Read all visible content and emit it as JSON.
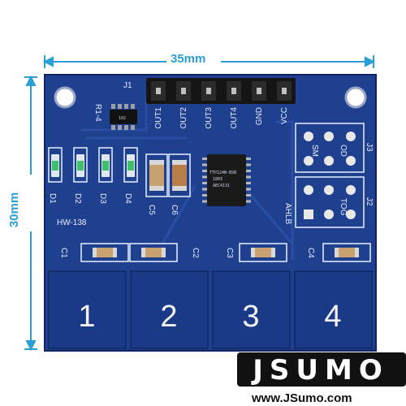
{
  "dimensions": {
    "width_label": "35mm",
    "height_label": "30mm"
  },
  "board": {
    "name": "HW-138",
    "header_ref": "J1",
    "header_pins": [
      "OUT1",
      "OUT2",
      "OUT3",
      "OUT4",
      "GND",
      "VCC"
    ],
    "resistor_array": {
      "ref": "R1-4",
      "code": "102"
    },
    "leds": [
      "D1",
      "D2",
      "D3",
      "D4"
    ],
    "caps_top": [
      "C5",
      "C6"
    ],
    "chip_text": [
      "TTP224N-BSB",
      "1803",
      "AEC4131"
    ],
    "jumpers": [
      {
        "ref": "J3",
        "labels": [
          "SM",
          "OD"
        ]
      },
      {
        "ref": "J2",
        "labels": [
          "AHLB",
          "TOG"
        ]
      }
    ],
    "pad_caps": [
      "C1",
      "C2",
      "C3",
      "C4"
    ],
    "pads": [
      "1",
      "2",
      "3",
      "4"
    ]
  },
  "brand": {
    "logo": "JSUMO",
    "url": "www.JSumo.com"
  },
  "colors": {
    "pcb": "#1f3f8f",
    "pcb_dark": "#17317a",
    "dimension": "#2a9fd6"
  }
}
